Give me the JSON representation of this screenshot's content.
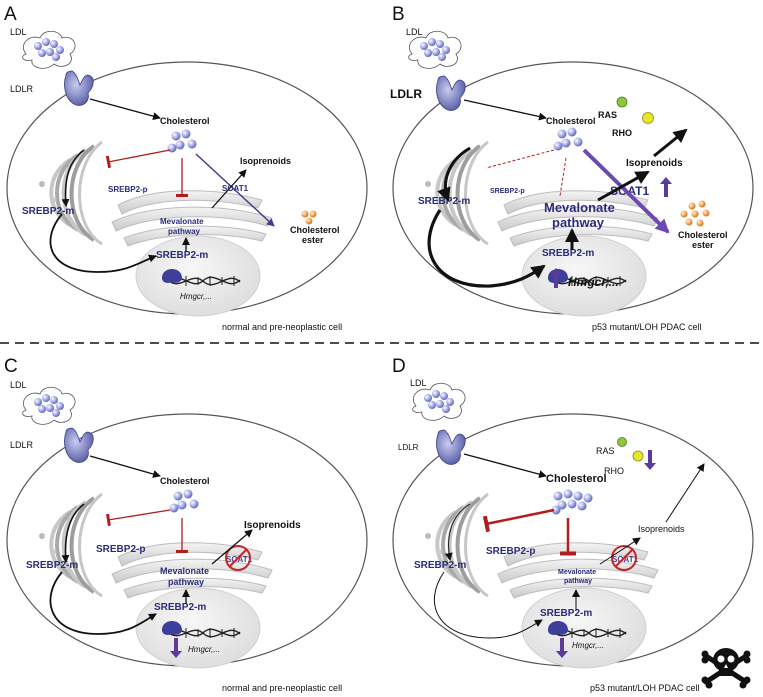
{
  "panels": [
    {
      "letter": "A",
      "ldl": "LDL",
      "ldlr": "LDLR",
      "cholesterol": "Cholesterol",
      "isoprenoids": "Isoprenoids",
      "srebp2_p": "SREBP2-p",
      "srebp2_m_left": "SREBP2-m",
      "srebp2_m_nucleus": "SREBP2-m",
      "mevalonate_1": "Mevalonate",
      "mevalonate_2": "pathway",
      "soat1": "SOAT1",
      "ester_1": "Cholesterol",
      "ester_2": "ester",
      "gene": "Hmgcr,...",
      "ras": "",
      "rho": "",
      "caption": "normal and pre-neoplastic cell"
    },
    {
      "letter": "B",
      "ldl": "LDL",
      "ldlr": "LDLR",
      "cholesterol": "Cholesterol",
      "isoprenoids": "Isoprenoids",
      "srebp2_p": "SREBP2-p",
      "srebp2_m_left": "SREBP2-m",
      "srebp2_m_nucleus": "SREBP2-m",
      "mevalonate_1": "Mevalonate",
      "mevalonate_2": "pathway",
      "soat1": "SOAT1",
      "ester_1": "Cholesterol",
      "ester_2": "ester",
      "gene": "Hmgcr,...",
      "ras": "RAS",
      "rho": "RHO",
      "caption": "p53 mutant/LOH PDAC cell"
    },
    {
      "letter": "C",
      "ldl": "LDL",
      "ldlr": "LDLR",
      "cholesterol": "Cholesterol",
      "isoprenoids": "Isoprenoids",
      "srebp2_p": "SREBP2-p",
      "srebp2_m_left": "SREBP2-m",
      "srebp2_m_nucleus": "SREBP2-m",
      "mevalonate_1": "Mevalonate",
      "mevalonate_2": "pathway",
      "soat1": "SOAT1",
      "ester_1": "",
      "ester_2": "",
      "gene": "Hmgcr,...",
      "ras": "",
      "rho": "",
      "caption": "normal and pre-neoplastic cell"
    },
    {
      "letter": "D",
      "ldl": "LDL",
      "ldlr": "LDLR",
      "cholesterol": "Cholesterol",
      "isoprenoids": "Isoprenoids",
      "srebp2_p": "SREBP2-p",
      "srebp2_m_left": "SREBP2-m",
      "srebp2_m_nucleus": "SREBP2-m",
      "mevalonate_1": "Mevalonate",
      "mevalonate_2": "pathway",
      "soat1": "SOAT1",
      "ester_1": "",
      "ester_2": "",
      "gene": "Hmgcr,...",
      "ras": "RAS",
      "rho": "RHO",
      "caption": "p53 mutant/LOH PDAC cell"
    }
  ],
  "colors": {
    "purple": "#4a3a8c",
    "red": "#b01e1e",
    "sphere": "#8a8fd6",
    "ester": "#f2a250",
    "green": "#8ec63f",
    "yellow": "#e6e62a"
  },
  "icons": [
    "skull-crossbones-icon",
    "up-arrow-icon",
    "down-arrow-icon",
    "no-sign-icon"
  ]
}
